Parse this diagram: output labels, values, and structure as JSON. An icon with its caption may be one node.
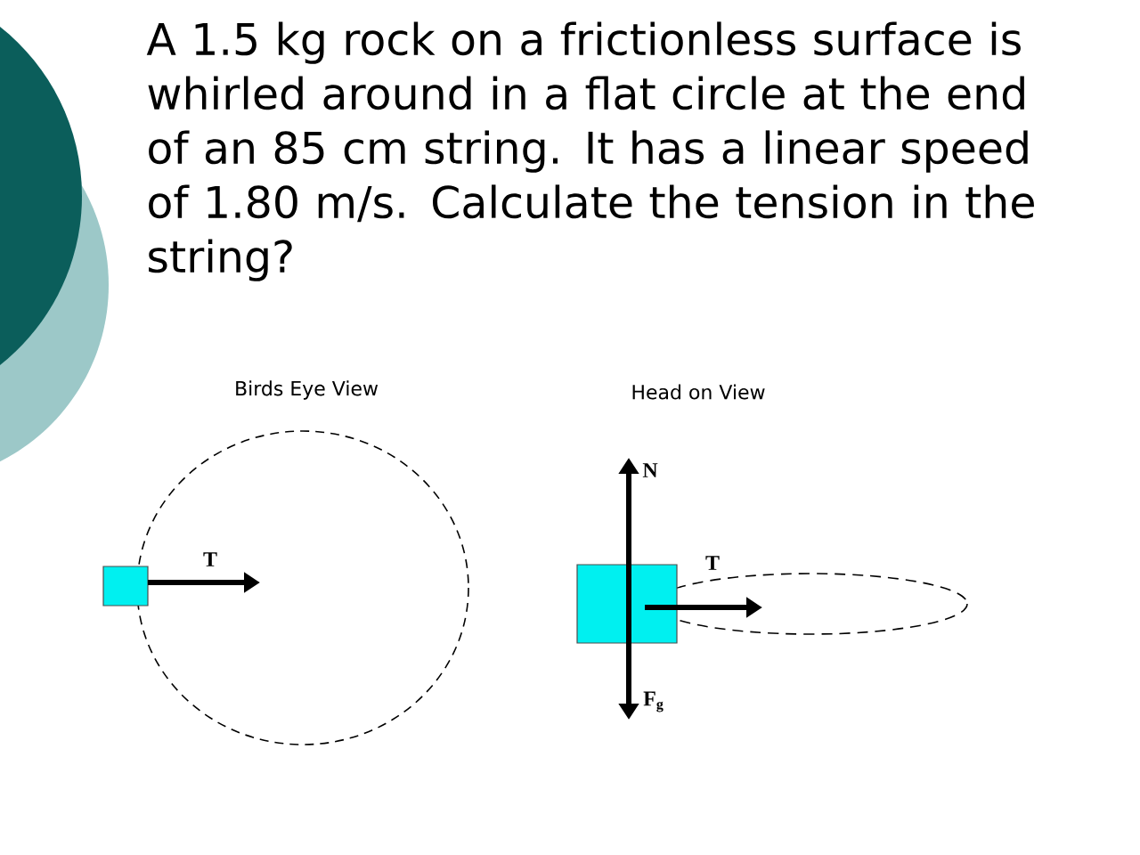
{
  "diagram": {
    "title": "A 1.5 kg rock on a frictionless surface is whirled around in a flat circle at the end of an 85 cm string.  It has a linear speed of 1.80 m/s. Calculate the tension in the string?",
    "nodes": [
      {
        "text": [],
        "shape": "box"
      },
      {
        "text": [],
        "shape": "box"
      }
    ],
    "labels": [
      "Birds Eye View",
      "Head on View",
      "T",
      "N",
      "T",
      "F$_{g}$"
    ]
  }
}
